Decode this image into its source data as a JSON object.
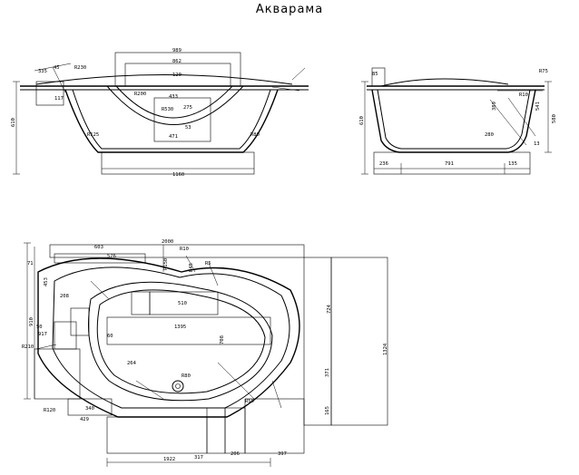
{
  "title": "Акварама",
  "front_view": {
    "labels": {
      "total_width": "989",
      "inner_width": "862",
      "bowl": "433",
      "bowl2": "471",
      "base": "1160",
      "height": "610",
      "left_a": "335",
      "left_b": "45",
      "left_c": "117",
      "r1": "R230",
      "r2": "R200",
      "r3": "R530",
      "d1": "120",
      "d2": "275",
      "d3": "53",
      "d4": "R125",
      "d5": "R80"
    }
  },
  "side_view": {
    "labels": {
      "a": "85",
      "b": "R75",
      "height": "610",
      "right": "580",
      "c": "389",
      "d": "541",
      "e": "236",
      "f": "791",
      "g": "135",
      "h": "13",
      "i": "280",
      "j": "R10"
    }
  },
  "top_view": {
    "labels": {
      "total": "2000",
      "w1": "603",
      "w2": "576",
      "r10": "R10",
      "r5": "R5",
      "r150": "R150",
      "r45": "R45",
      "a": "208",
      "b": "453",
      "c": "910",
      "d": "917",
      "e": "50",
      "f": "R120",
      "g": "R210",
      "h": "429",
      "i": "340",
      "j": "510",
      "k": "1395",
      "l": "708",
      "m": "724",
      "n": "1324",
      "o": "371",
      "p": "165",
      "q": "1922",
      "r": "317",
      "s": "206",
      "t": "397",
      "u": "R50",
      "v": "264",
      "w": "60",
      "x": "71",
      "y": "R80"
    }
  }
}
